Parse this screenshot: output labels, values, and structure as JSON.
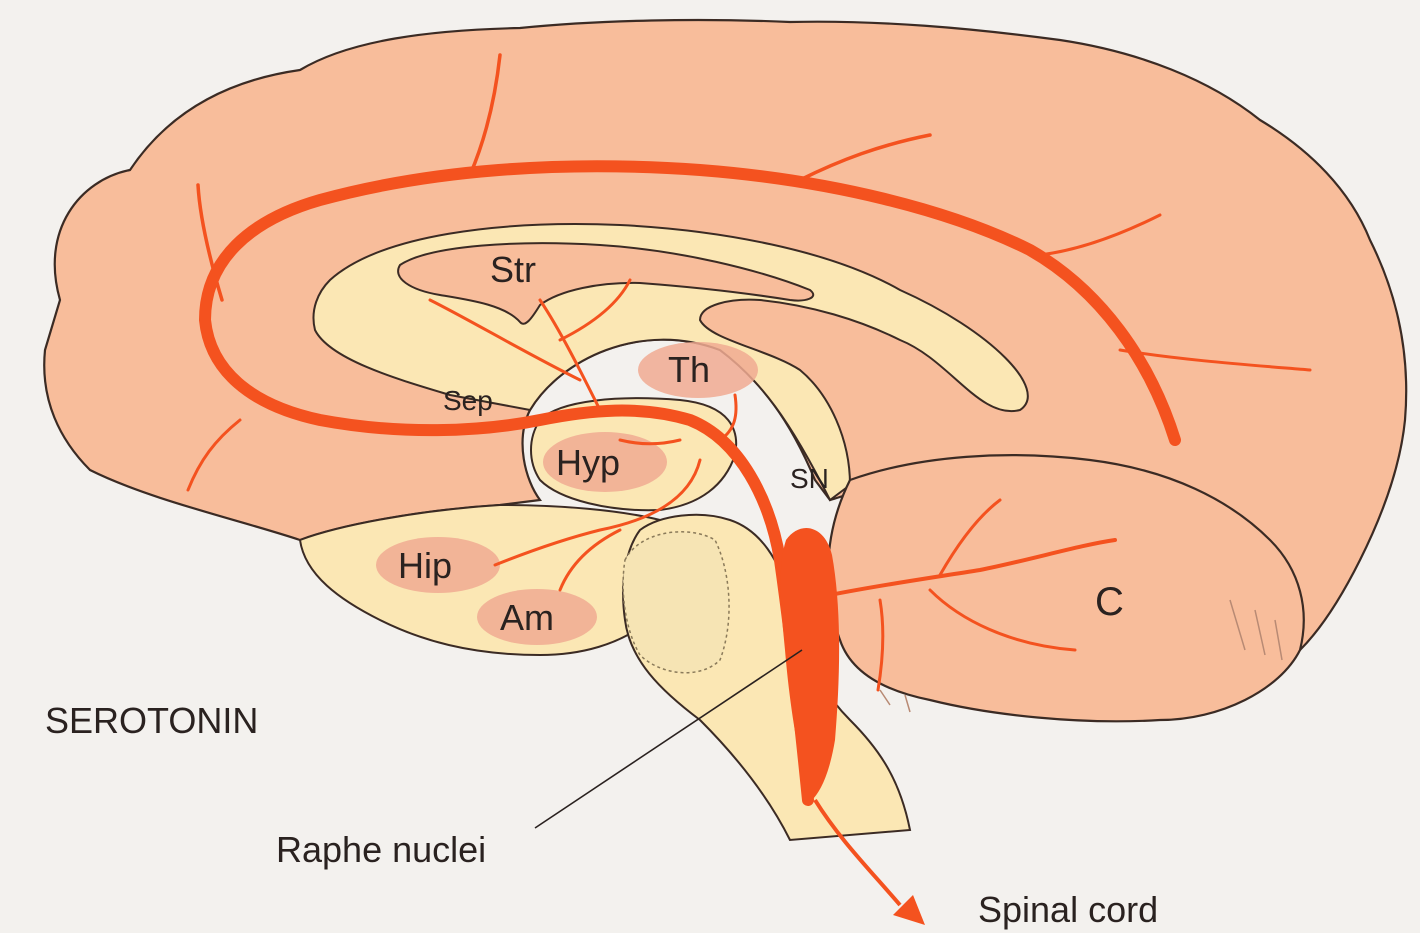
{
  "diagram": {
    "title": "SEROTONIN",
    "regions": {
      "str": "Str",
      "th": "Th",
      "sep": "Sep",
      "hyp": "Hyp",
      "sn": "SN",
      "hip": "Hip",
      "am": "Am",
      "c": "C"
    },
    "callouts": {
      "raphe": "Raphe nuclei",
      "spinal": "Spinal cord"
    }
  },
  "colors": {
    "pathway": "#f4521f",
    "cortex": "#f8bd9b",
    "inner": "#fbe7b4",
    "nucleus": "#f0aa92",
    "outline": "#3b2b24"
  }
}
